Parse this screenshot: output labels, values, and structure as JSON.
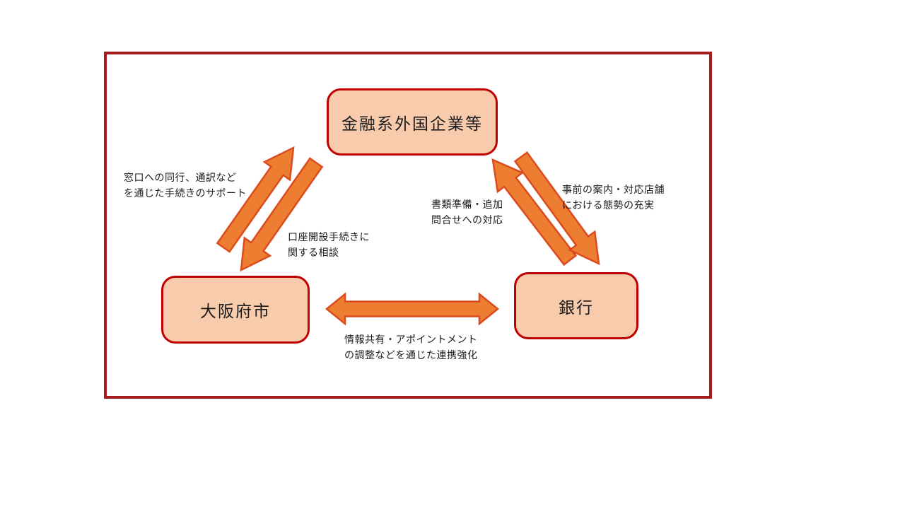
{
  "diagram": {
    "title_context": "three-party cooperation diagram",
    "nodes": {
      "foreign_companies": {
        "label": "金融系外国企業等"
      },
      "osaka": {
        "label": "大阪府市"
      },
      "bank": {
        "label": "銀行"
      }
    },
    "edge_labels": {
      "osaka_to_companies_support": "窓口への同行、通訳など\nを通じた手続きのサポート",
      "companies_to_osaka_consult": "口座開設手続きに\n関する相談",
      "bank_to_companies_docs": "書類準備・追加\n問合せへの対応",
      "companies_to_bank_guide": "事前の案内・対応店舗\nにおける態勢の充実",
      "osaka_bank_collaboration": "情報共有・アポイントメント\nの調整などを通じた連携強化"
    },
    "colors": {
      "frame_border": "#A61C1C",
      "node_border": "#C00000",
      "node_fill": "#F8CBAD",
      "arrow_fill": "#ED7D31",
      "arrow_outline": "#DC4B1E",
      "text": "#1a1a1a"
    }
  }
}
